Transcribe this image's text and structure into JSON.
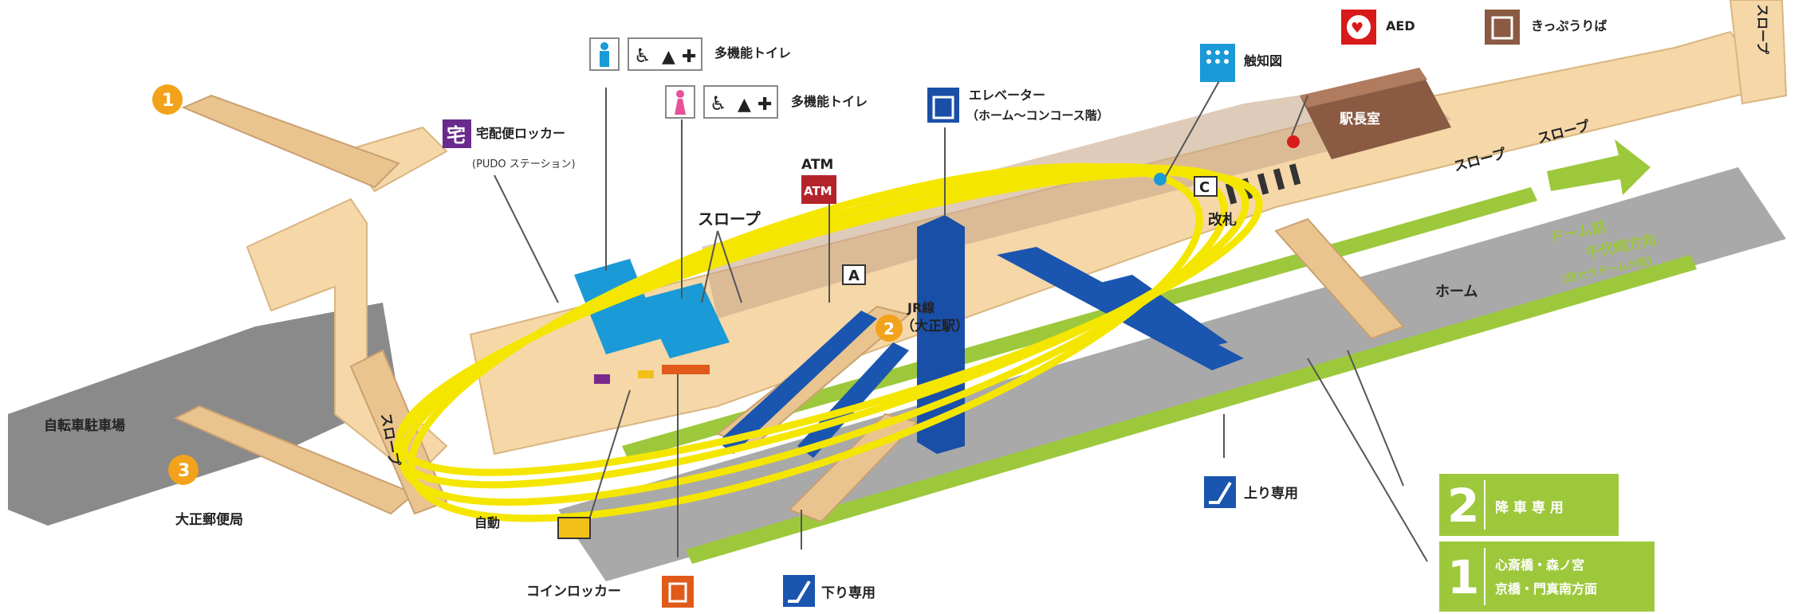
{
  "labels": {
    "bicycle_parking": "自転車駐車場",
    "post_office": "大正郵便局",
    "coin_locker": "コインロッカー",
    "escalator_down": "下り専用",
    "escalator_up": "上り専用",
    "jr_line": "JR線",
    "jr_station": "（大正駅）",
    "slope_center": "スロープ",
    "slope_left": "スロープ",
    "slope_right_1": "スロープ",
    "slope_right_2": "スロープ",
    "slope_top_right": "スロープ",
    "atm_title": "ATM",
    "atm_sign": "ATM",
    "delivery_locker": "宅配便ロッカー",
    "delivery_locker_sub": "(PUDO ステーション)",
    "delivery_icon": "宅",
    "toilet_1": "多機能トイレ",
    "toilet_2": "多機能トイレ",
    "elevator": "エレベーター",
    "elevator_sub": "（ホーム〜コンコース階）",
    "tactile_map": "触知図",
    "aed": "AED",
    "tickets": "きっぷうりば",
    "station_master": "駅長室",
    "ticket_gate": "改札",
    "platform": "ホーム",
    "gate_a": "A",
    "gate_c": "C",
    "vending_partial": "自動",
    "dome_direction_1": "ドーム前",
    "dome_direction_2": "千代崎方向",
    "dome_direction_3": "(京セラドーム大阪)",
    "platform2_num": "2",
    "platform2_text": "降 車 専 用",
    "platform1_num": "1",
    "platform1_line1": "心斎橋・森ノ宮",
    "platform1_line2": "京橋・門真南方面"
  },
  "exits": [
    "1",
    "2",
    "3"
  ],
  "colors": {
    "concourse": "#f5d7a8",
    "concourse_edge": "#d9b580",
    "platform": "#a9a9a9",
    "dark_floor": "#8a8a8a",
    "track_green": "#9dc83c",
    "escalator_blue": "#1a55b0",
    "elevator_blue": "#1a4fa8",
    "exit_orange": "#f2a31b",
    "station_master_brown": "#8a5a43",
    "annotation_yellow": "#f5e600",
    "atm_red": "#b3242a",
    "delivery_purple": "#6a2a8c"
  }
}
